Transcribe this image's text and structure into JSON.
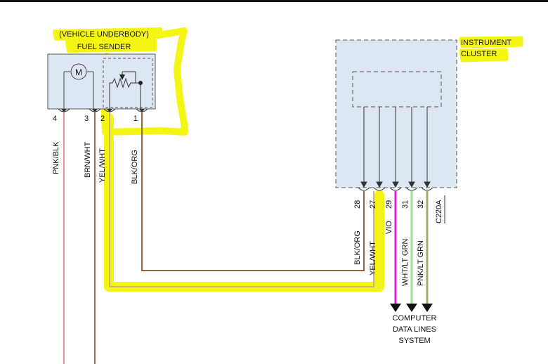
{
  "fuel_sender": {
    "title_line1": "(VEHICLE UNDERBODY)",
    "title_line2": "FUEL SENDER",
    "motor_symbol": "M",
    "pins": [
      "4",
      "3",
      "2",
      "1"
    ]
  },
  "cluster": {
    "title_line1": "INSTRUMENT",
    "title_line2": "CLUSTER",
    "pins": [
      "28",
      "27",
      "29",
      "31",
      "32"
    ],
    "connector": "C220A"
  },
  "wires": {
    "sender": [
      "PNK/BLK",
      "BRN/WHT",
      "YEL/WHT",
      "BLK/ORG"
    ],
    "cluster": [
      "BLK/ORG",
      "YEL/WHT",
      "VIO",
      "WHT/LT GRN",
      "PNK/LT GRN"
    ]
  },
  "destination": {
    "line1": "COMPUTER",
    "line2": "DATA LINES",
    "line3": "SYSTEM"
  },
  "colors": {
    "highlight": "#f5f514",
    "pnk_blk": "#e8909c",
    "brn_wht": "#9a7650",
    "yel_wht": "#c9b37a",
    "blk_org": "#8a6a48",
    "vio": "#e020e0",
    "wht_lt_grn": "#a8d79a",
    "pnk_lt_grn": "#a0a878",
    "box_fill": "#dde7f4",
    "line": "#555555"
  }
}
